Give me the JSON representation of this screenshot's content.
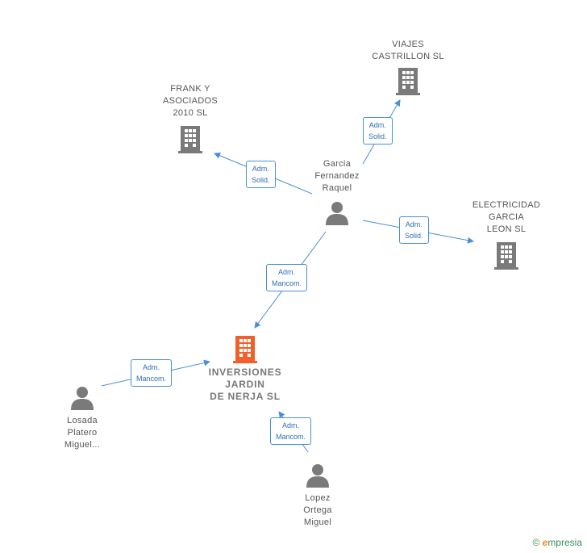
{
  "colors": {
    "edge": "#4a8fd6",
    "company": "#7a7a7a",
    "main_company": "#f0602a",
    "person": "#7a7a7a"
  },
  "nodes": {
    "viajes": {
      "label": "VIAJES\nCASTRILLON SL",
      "icon": "building-icon"
    },
    "frank": {
      "label": "FRANK Y\nASOCIADOS\n2010 SL",
      "icon": "building-icon"
    },
    "electricidad": {
      "label": "ELECTRICIDAD\nGARCIA\nLEON  SL",
      "icon": "building-icon"
    },
    "inversiones": {
      "label": "INVERSIONES\nJARDIN\nDE NERJA  SL",
      "icon": "building-icon"
    },
    "garcia": {
      "label": "Garcia\nFernandez\nRaquel",
      "icon": "person-icon"
    },
    "losada": {
      "label": "Losada\nPlatero\nMiguel...",
      "icon": "person-icon"
    },
    "lopez": {
      "label": "Lopez\nOrtega\nMiguel",
      "icon": "person-icon"
    }
  },
  "edges": {
    "garcia_viajes": "Adm.\nSolid.",
    "garcia_frank": "Adm.\nSolid.",
    "garcia_electricidad": "Adm.\nSolid.",
    "garcia_inversiones": "Adm.\nMancom.",
    "losada_inversiones": "Adm.\nMancom.",
    "lopez_inversiones": "Adm.\nMancom."
  },
  "footer": {
    "copyright": "©",
    "brand_initial": "e",
    "brand_rest": "mpresia"
  }
}
